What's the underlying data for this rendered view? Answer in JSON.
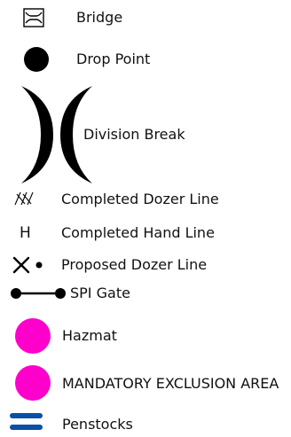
{
  "legend": {
    "items": [
      {
        "label": "Bridge",
        "icon": "bridge-icon"
      },
      {
        "label": "Drop Point",
        "icon": "drop-point-icon"
      },
      {
        "label": "Division Break",
        "icon": "division-break-icon"
      },
      {
        "label": "Completed Dozer Line",
        "icon": "completed-dozer-line-icon"
      },
      {
        "label": "Completed Hand Line",
        "icon": "completed-hand-line-icon",
        "glyph": "H"
      },
      {
        "label": "Proposed Dozer Line",
        "icon": "proposed-dozer-line-icon"
      },
      {
        "label": "SPI Gate",
        "icon": "spi-gate-icon"
      },
      {
        "label": "Hazmat",
        "icon": "hazmat-icon"
      },
      {
        "label": "MANDATORY EXCLUSION AREA",
        "icon": "mandatory-exclusion-area-icon"
      },
      {
        "label": "Penstocks",
        "icon": "penstocks-icon"
      }
    ],
    "colors": {
      "symbol": "#000000",
      "hazard": "#ff00cc",
      "penstock": "#0a4fa8"
    }
  }
}
